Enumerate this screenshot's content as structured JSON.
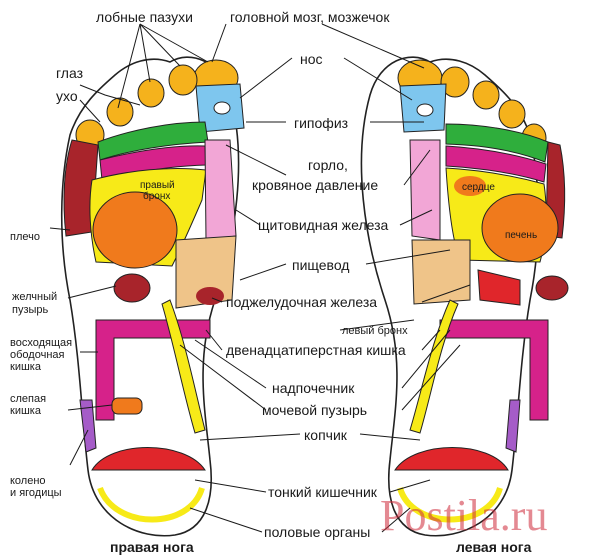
{
  "labels": {
    "frontal_sinuses": "лобные пазухи",
    "brain_cerebellum": "головной мозг, мозжечок",
    "eye": "глаз",
    "ear": "ухо",
    "nose": "нос",
    "pituitary": "гипофиз",
    "throat_line1": "горло,",
    "throat_line2": "кровяное давление",
    "right_bronchus_line1": "правый",
    "right_bronchus_line2": "бронх",
    "heart": "сердце",
    "liver": "печень",
    "shoulder": "плечо",
    "thyroid": "щитовидная железа",
    "esophagus": "пищевод",
    "gallbladder_line1": "желчный",
    "gallbladder_line2": "пузырь",
    "pancreas": "поджелудочная железа",
    "left_bronchus": "левый бронх",
    "ascending_colon_line1": "восходящая",
    "ascending_colon_line2": "ободочная",
    "ascending_colon_line3": "кишка",
    "duodenum": "двенадцатиперстная кишка",
    "adrenal": "надпочечник",
    "cecum_line1": "слепая",
    "cecum_line2": "кишка",
    "bladder": "мочевой пузырь",
    "coccyx": "копчик",
    "knee_line1": "колено",
    "knee_line2": "и ягодицы",
    "small_intestine": "тонкий кишечник",
    "genitals": "половые органы",
    "right_foot": "правая нога",
    "left_foot": "левая нога"
  },
  "watermark": "Postila.ru",
  "colors": {
    "toe": "#f5b21c",
    "head": "#7ec6ee",
    "green": "#2fae3c",
    "magenta": "#d6228a",
    "pink": "#f2a6d6",
    "yellow": "#f7ea18",
    "orange": "#f07a1c",
    "tan": "#efc489",
    "red": "#e0262b",
    "darkred": "#a8242b",
    "purple": "#a55cc8"
  }
}
